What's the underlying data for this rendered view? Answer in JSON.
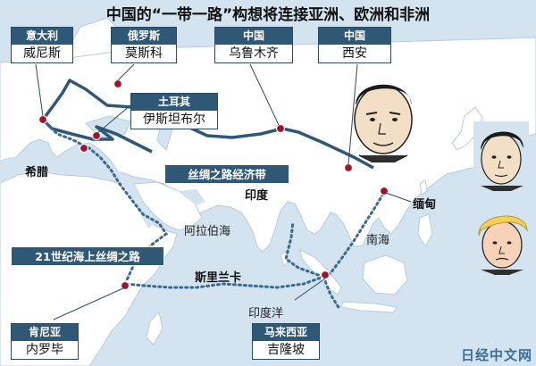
{
  "title": "中国的“一带一路”构想将连接亚洲、欧洲和非洲",
  "cities": {
    "venice": {
      "country": "意大利",
      "city": "威尼斯"
    },
    "moscow": {
      "country": "俄罗斯",
      "city": "莫斯科"
    },
    "urumqi": {
      "country": "中国",
      "city": "乌鲁木齐"
    },
    "xian": {
      "country": "中国",
      "city": "西安"
    },
    "istanbul": {
      "country": "土耳其",
      "city": "伊斯坦布尔"
    },
    "nairobi": {
      "country": "肯尼亚",
      "city": "内罗毕"
    },
    "kualalumpur": {
      "country": "马来西亚",
      "city": "吉隆坡"
    }
  },
  "routes": {
    "land": "丝绸之路经济带",
    "sea": "21世纪海上丝绸之路"
  },
  "places": {
    "greece": "希腊",
    "india": "印度",
    "myanmar": "缅甸",
    "arabian_sea": "阿拉伯海",
    "south_china_sea": "南海",
    "sri_lanka": "斯里兰卡",
    "indian_ocean": "印度洋"
  },
  "watermark": "日经中文网",
  "colors": {
    "label_header": "#2f5876",
    "sea": "#d3e3ef",
    "land": "#ffffff",
    "route_land": "#2f5876",
    "route_sea": "#3a6a90",
    "city_dot": "#a2132a"
  },
  "icons": [
    "caricature-face-xi",
    "caricature-face-abe",
    "caricature-face-trump"
  ]
}
